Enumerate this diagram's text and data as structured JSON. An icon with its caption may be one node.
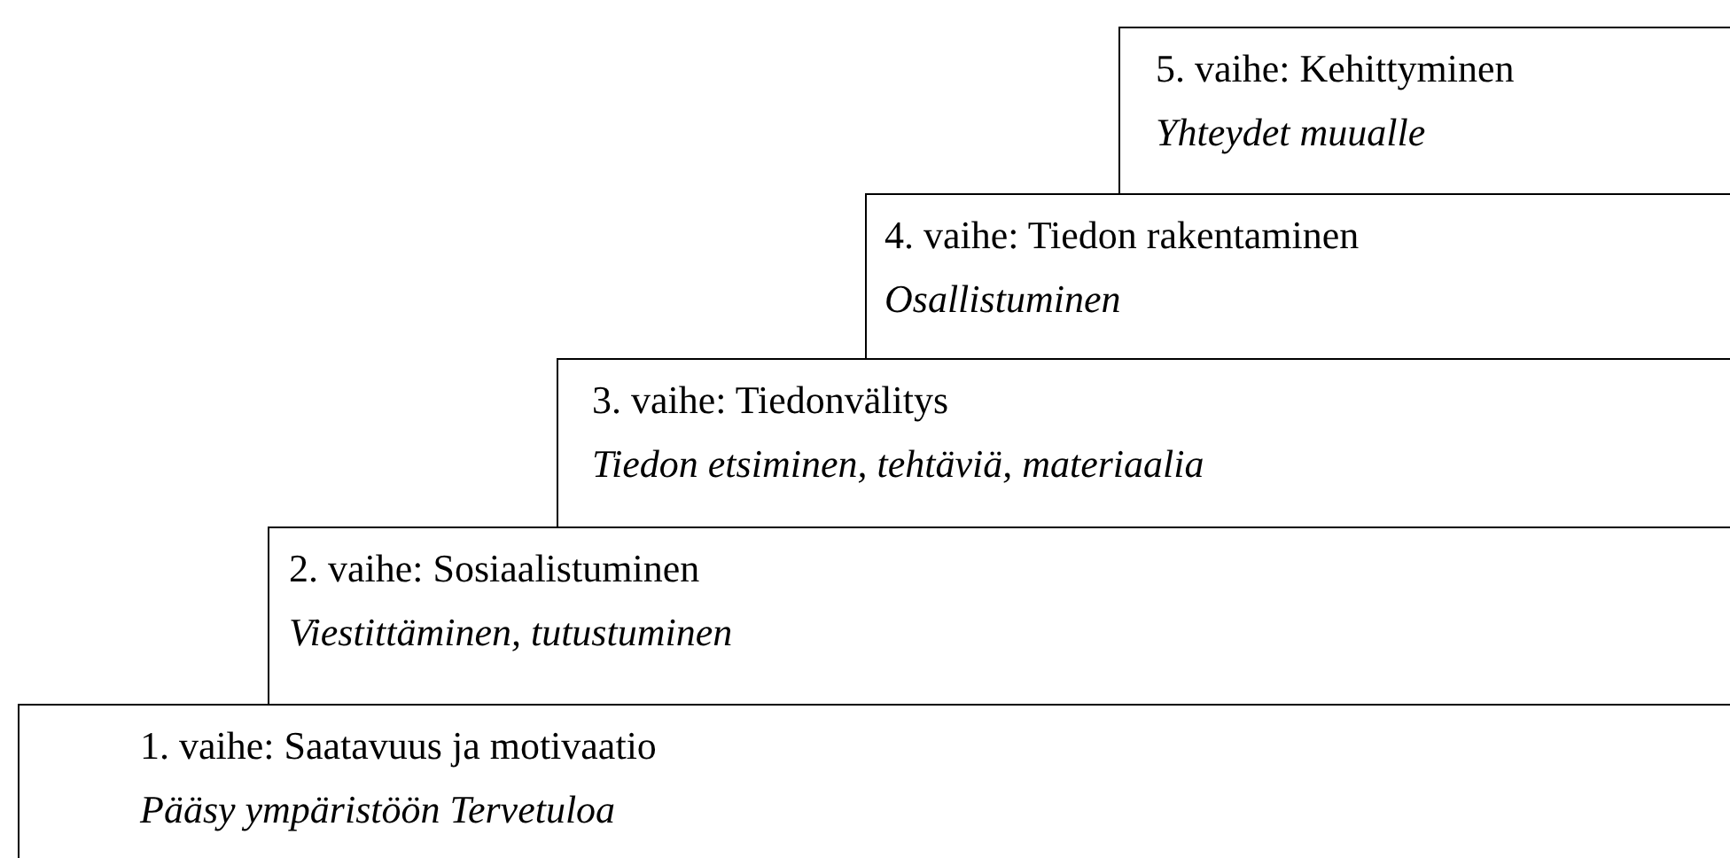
{
  "diagram": {
    "nodes": [
      {
        "text": [
          "5. vaihe: Kehittyminen",
          "Yhteydet muualle"
        ]
      },
      {
        "text": [
          "4. vaihe: Tiedon rakentaminen",
          "Osallistuminen"
        ]
      },
      {
        "text": [
          "3. vaihe: Tiedonvälitys",
          "Tiedon etsiminen, tehtäviä, materiaalia"
        ]
      },
      {
        "text": [
          "2. vaihe: Sosiaalistuminen",
          "Viestittäminen, tutustuminen"
        ]
      },
      {
        "text": [
          "1. vaihe: Saatavuus ja motivaatio",
          "Pääsy ympäristöön Tervetuloa"
        ]
      }
    ]
  }
}
